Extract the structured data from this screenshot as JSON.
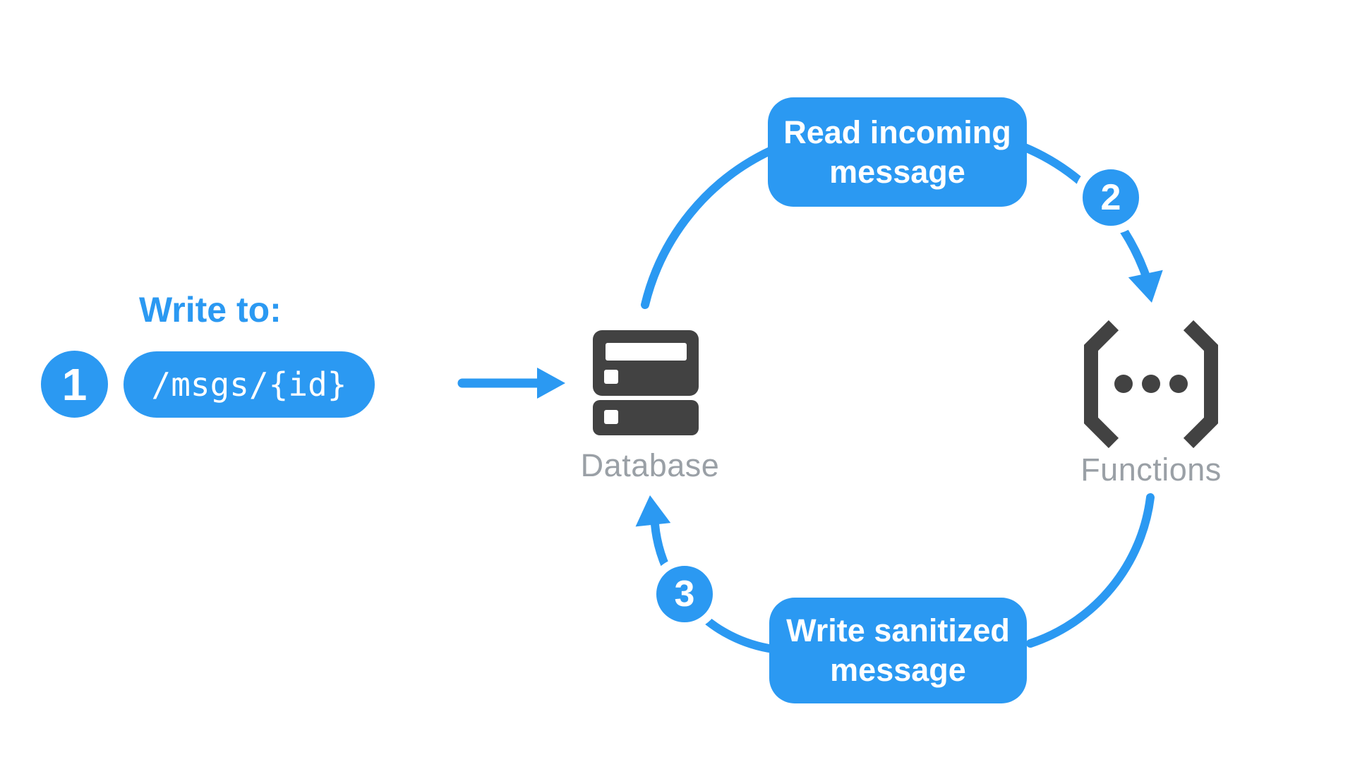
{
  "colors": {
    "accent": "#2B99F2",
    "icon": "#424242",
    "label": "#9AA0A6"
  },
  "step1": {
    "number": "1",
    "heading": "Write to:",
    "path": "/msgs/{id}"
  },
  "step2": {
    "number": "2",
    "lines": [
      "Read incoming",
      "message"
    ]
  },
  "step3": {
    "number": "3",
    "lines": [
      "Write sanitized",
      "message"
    ]
  },
  "nodes": {
    "database": "Database",
    "functions": "Functions"
  },
  "icons": {
    "database": "server-stack-icon",
    "functions": "code-brackets-dots-icon",
    "arrow": "arrow-icon"
  }
}
